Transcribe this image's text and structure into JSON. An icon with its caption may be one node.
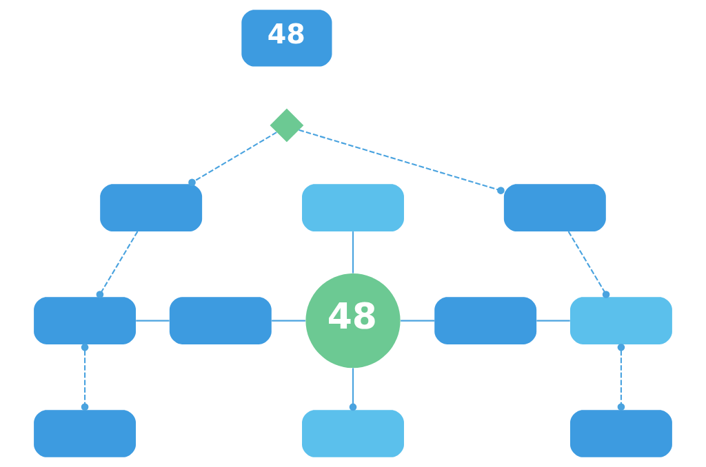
{
  "diagram": {
    "nodes": [
      {
        "text": [
          "48"
        ]
      },
      {
        "text": [],
        "shape": "diamond"
      },
      {
        "text": [],
        "shape": "box"
      },
      {
        "text": [],
        "shape": "box"
      },
      {
        "text": [],
        "shape": "box"
      },
      {
        "text": [],
        "shape": "box"
      },
      {
        "text": [],
        "shape": "box"
      },
      {
        "text": [
          "48"
        ]
      },
      {
        "text": [],
        "shape": "box"
      },
      {
        "text": [],
        "shape": "box"
      },
      {
        "text": [],
        "shape": "box"
      },
      {
        "text": [],
        "shape": "box"
      },
      {
        "text": [],
        "shape": "box"
      }
    ],
    "edges": [
      {
        "from": 1,
        "to": 2,
        "arrow": "other",
        "style": "dashed"
      },
      {
        "from": 1,
        "to": 4,
        "arrow": "other",
        "style": "dashed"
      },
      {
        "from": 3,
        "to": 7,
        "arrow": "none"
      },
      {
        "from": 2,
        "to": 5,
        "arrow": "other",
        "style": "dashed"
      },
      {
        "from": 4,
        "to": 9,
        "arrow": "other",
        "style": "dashed"
      },
      {
        "from": 5,
        "to": 6,
        "arrow": "none"
      },
      {
        "from": 6,
        "to": 7,
        "arrow": "none"
      },
      {
        "from": 7,
        "to": 8,
        "arrow": "none"
      },
      {
        "from": 8,
        "to": 9,
        "arrow": "none"
      },
      {
        "from": 7,
        "to": 11,
        "arrow": "other"
      },
      {
        "from": 5,
        "to": 10,
        "arrow": "other",
        "style": "dashed"
      },
      {
        "from": 9,
        "to": 12,
        "arrow": "other",
        "style": "dashed"
      }
    ]
  }
}
